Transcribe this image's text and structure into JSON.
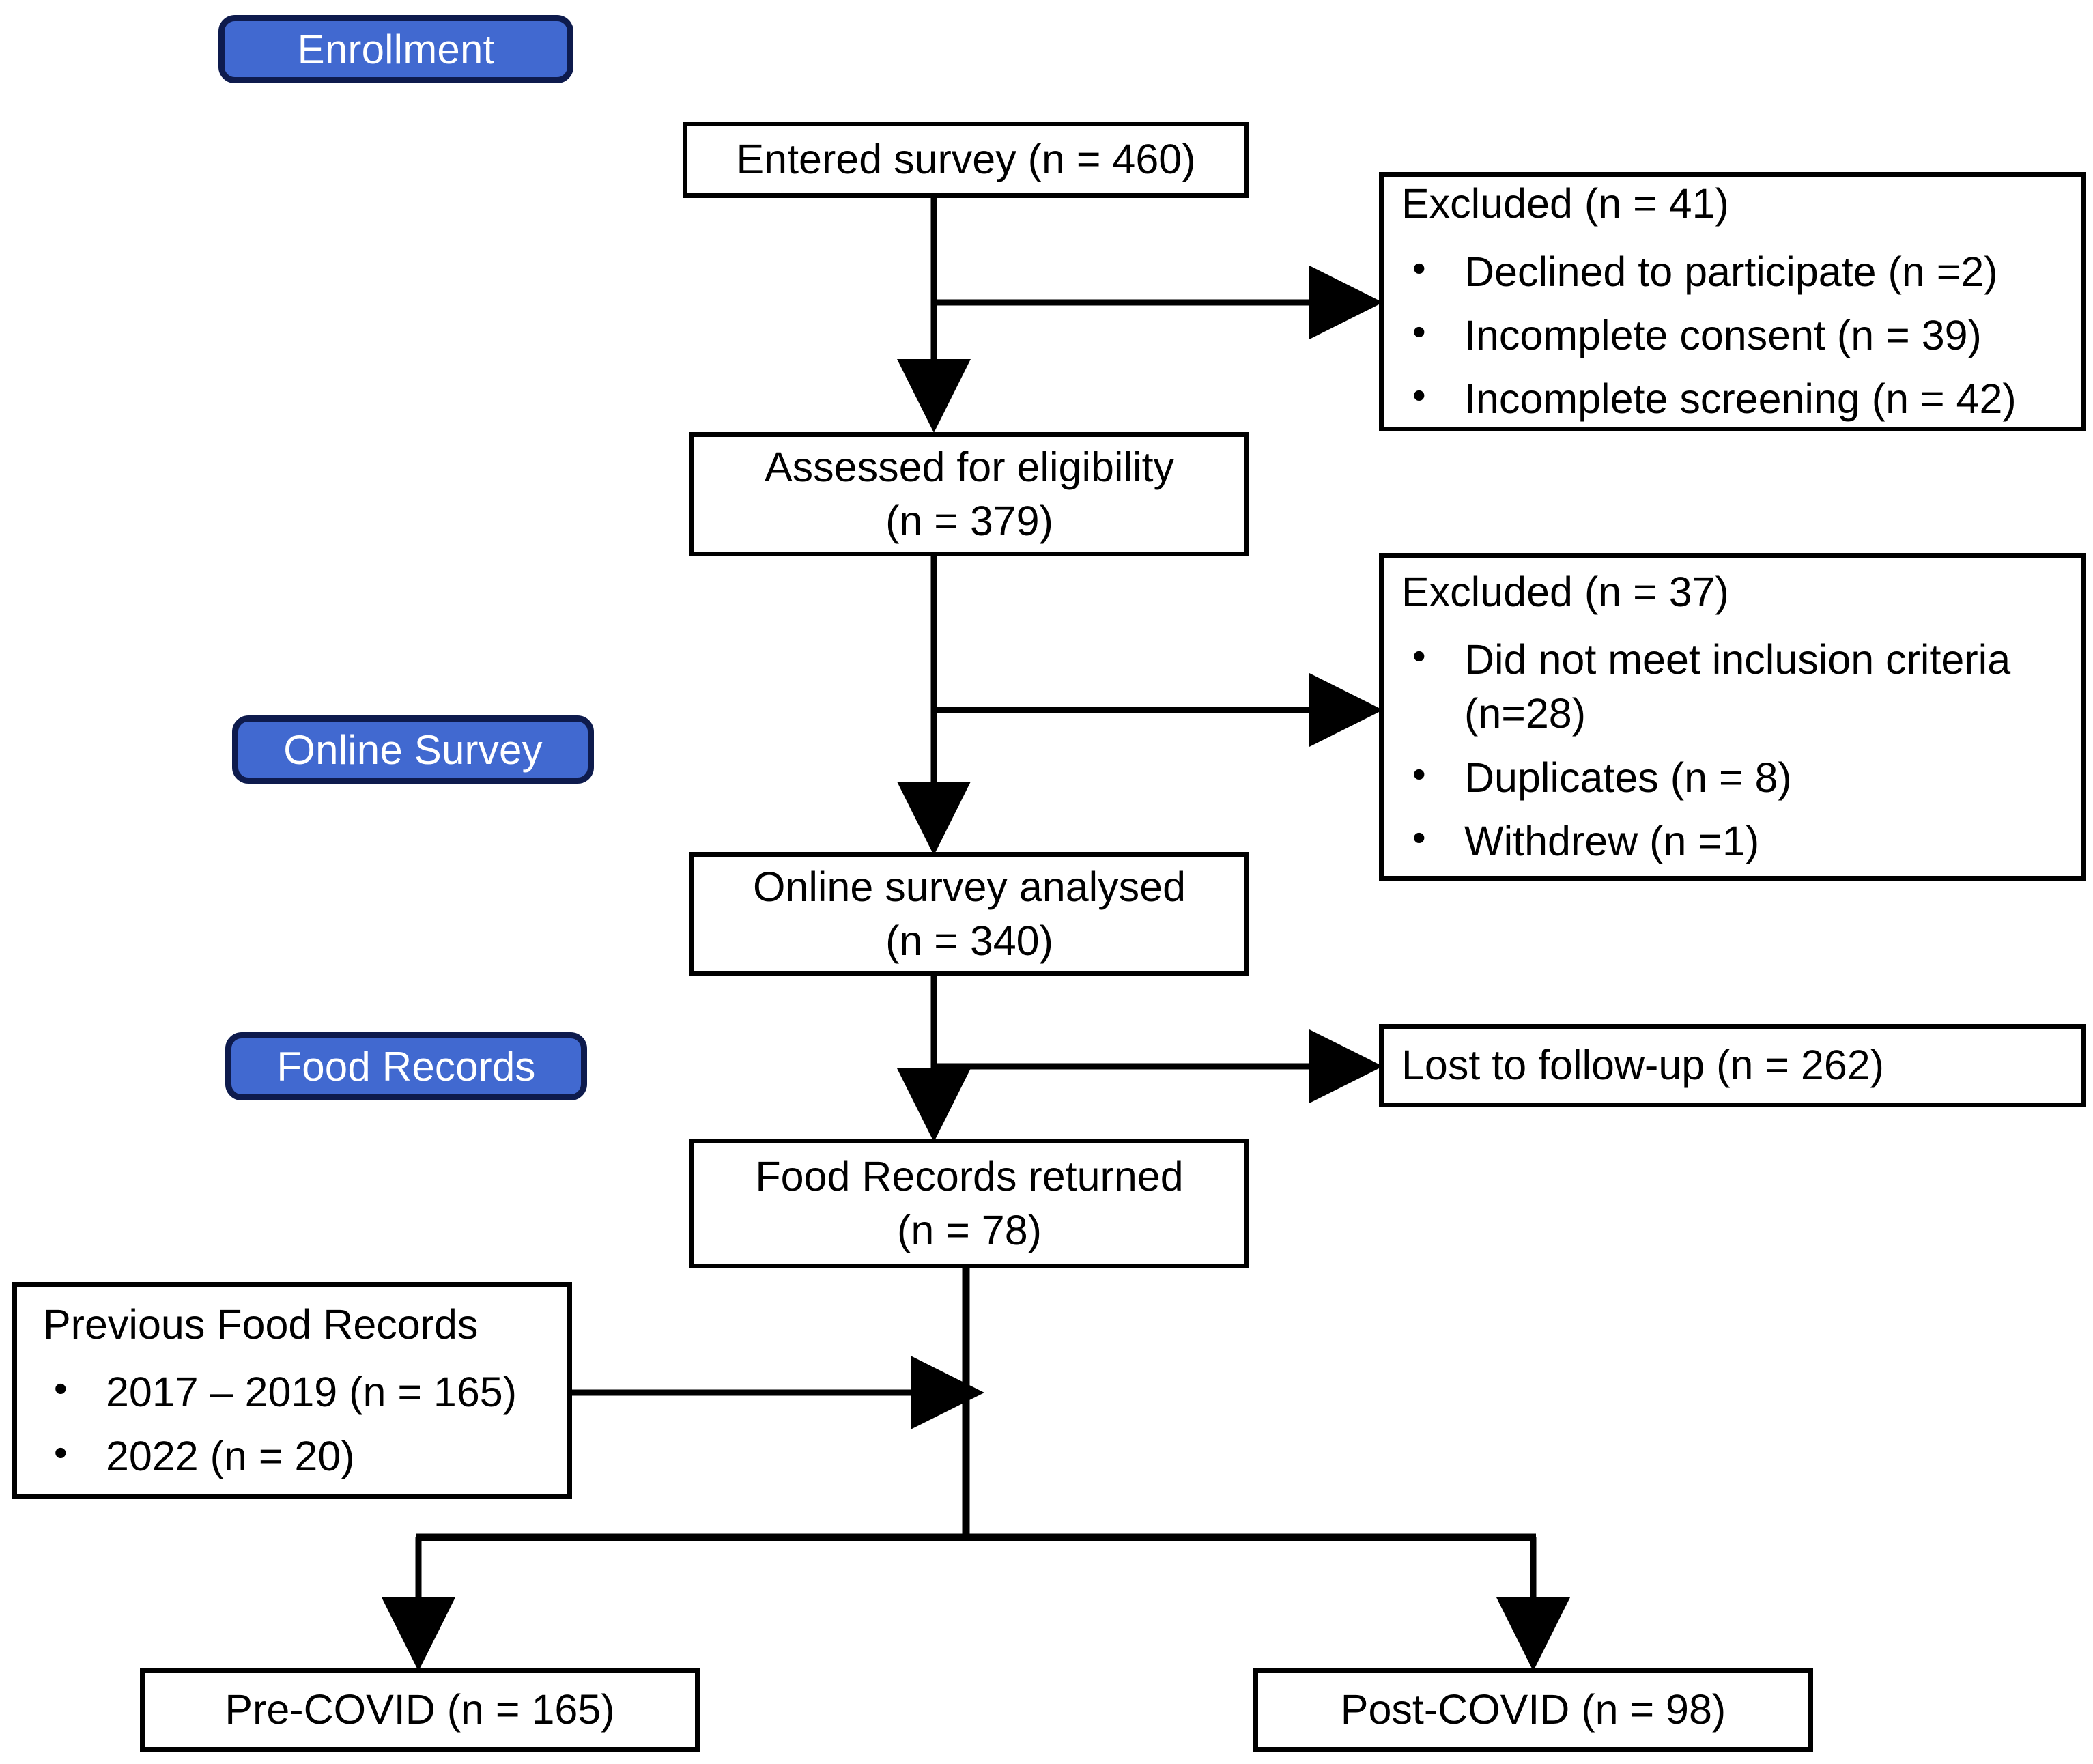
{
  "figure": {
    "type": "consort-flow-diagram",
    "accent_blue": "#4169d0",
    "accent_border": "#0e1b4d",
    "line_color": "#000000",
    "box_fill": "#ffffff"
  },
  "stages": [
    {
      "id": "enrollment",
      "label": "Enrollment"
    },
    {
      "id": "online-survey",
      "label": "Online Survey"
    },
    {
      "id": "food-records",
      "label": "Food Records"
    }
  ],
  "nodes": {
    "entered_survey": {
      "title": "Entered survey (n = 460)"
    },
    "excluded_1": {
      "title": "Excluded (n = 41)",
      "items": [
        "Declined to participate (n =2)",
        "Incomplete consent (n = 39)",
        "Incomplete screening (n = 42)"
      ]
    },
    "assessed": {
      "line1": "Assessed for eligibility",
      "line2": "(n = 379)"
    },
    "excluded_2": {
      "title": "Excluded (n = 37)",
      "items": [
        "Did not meet inclusion criteria (n=28)",
        "Duplicates (n = 8)",
        "Withdrew (n =1)"
      ]
    },
    "survey_analysed": {
      "line1": "Online survey analysed",
      "line2": "(n = 340)"
    },
    "lost_followup": {
      "title": "Lost to follow-up (n = 262)"
    },
    "records_returned": {
      "line1": "Food Records returned",
      "line2": "(n = 78)"
    },
    "previous_records": {
      "title": "Previous Food Records",
      "items": [
        "2017 – 2019 (n = 165)",
        "2022 (n = 20)"
      ]
    },
    "pre_covid": {
      "title": "Pre-COVID (n = 165)"
    },
    "post_covid": {
      "title": "Post-COVID (n = 98)"
    }
  },
  "chart_data": {
    "type": "diagram",
    "title": "Participant flow diagram",
    "flow": [
      {
        "step": "Entered survey",
        "n": 460
      },
      {
        "step": "Excluded",
        "n": 41,
        "reasons": [
          {
            "reason": "Declined to participate",
            "n": 2
          },
          {
            "reason": "Incomplete consent",
            "n": 39
          },
          {
            "reason": "Incomplete screening",
            "n": 42
          }
        ]
      },
      {
        "step": "Assessed for eligibility",
        "n": 379
      },
      {
        "step": "Excluded",
        "n": 37,
        "reasons": [
          {
            "reason": "Did not meet inclusion criteria",
            "n": 28
          },
          {
            "reason": "Duplicates",
            "n": 8
          },
          {
            "reason": "Withdrew",
            "n": 1
          }
        ]
      },
      {
        "step": "Online survey analysed",
        "n": 340
      },
      {
        "step": "Lost to follow-up",
        "n": 262
      },
      {
        "step": "Food Records returned",
        "n": 78
      },
      {
        "step": "Previous Food Records 2017 – 2019",
        "n": 165
      },
      {
        "step": "Previous Food Records 2022",
        "n": 20
      },
      {
        "step": "Pre-COVID",
        "n": 165
      },
      {
        "step": "Post-COVID",
        "n": 98
      }
    ]
  }
}
